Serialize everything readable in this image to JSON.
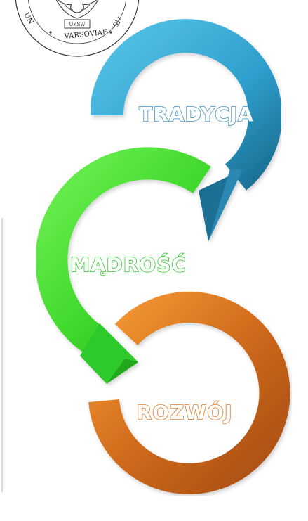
{
  "seal": {
    "text_bottom": "VARSOVIAE",
    "text_center": "UKSW",
    "text_left_fragment": "UN",
    "text_right_fragment": "SN"
  },
  "stages": [
    {
      "label": "TRADYCJA",
      "color": "#2e9fcd",
      "highlight": "#47b6db",
      "shadow": "#1c6f93",
      "text_color": "#3a93c6"
    },
    {
      "label": "MĄDROŚĆ",
      "color": "#3fd82c",
      "highlight": "#62ea4a",
      "shadow": "#22a81a",
      "text_color": "#2fc92a"
    },
    {
      "label": "ROZWÓJ",
      "color": "#d06a1c",
      "highlight": "#f0922e",
      "shadow": "#a84d10",
      "text_color": "#e07a22"
    }
  ]
}
